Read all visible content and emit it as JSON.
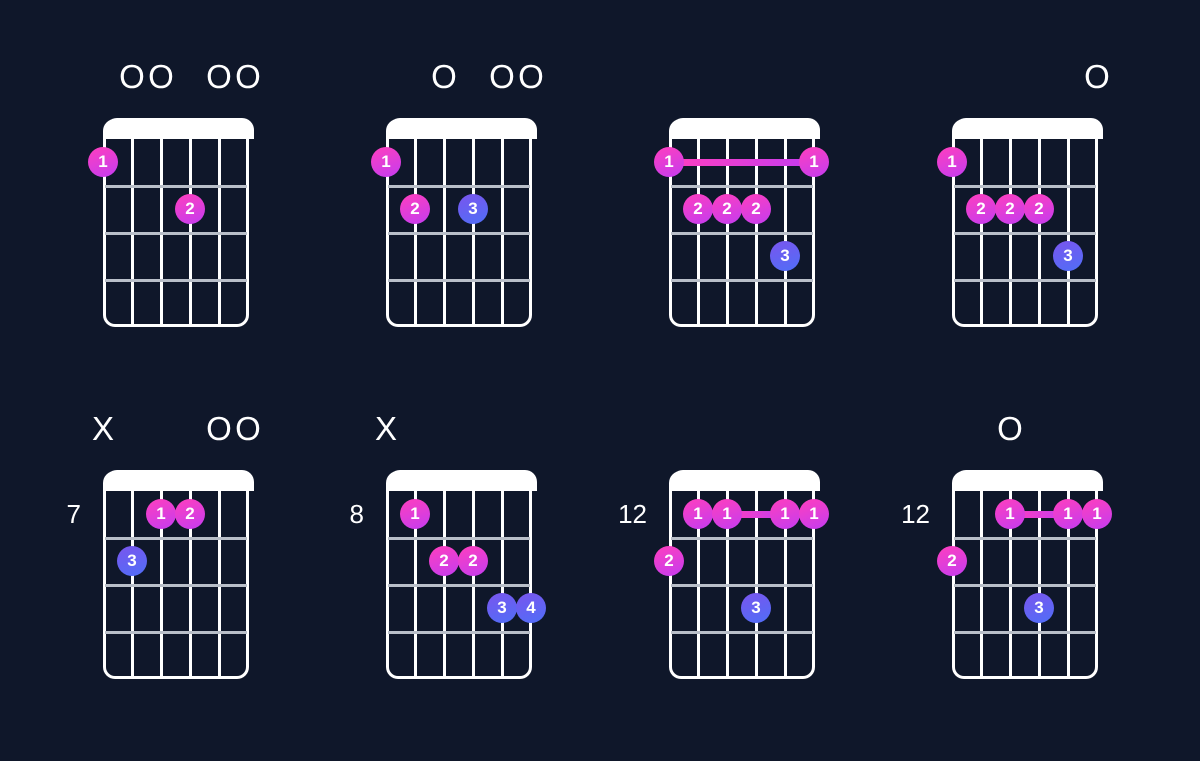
{
  "colors": {
    "background": "#0f172a",
    "board": "#ffffff",
    "fret_line": "#b9bfc9",
    "finger_1_2_gradient": [
      "#ff3fbe",
      "#c43cf0"
    ],
    "finger_3_4_gradient": [
      "#7a55ee",
      "#4f6ef7"
    ],
    "barre": "#ee3fd2"
  },
  "chords": [
    {
      "id": "chord-1",
      "row": 0,
      "col": 0,
      "fret_position": "",
      "markers": [
        {
          "string": 2,
          "symbol": "O"
        },
        {
          "string": 3,
          "symbol": "O"
        },
        {
          "string": 5,
          "symbol": "O"
        },
        {
          "string": 6,
          "symbol": "O"
        }
      ],
      "fingers": [
        {
          "string": 1,
          "fret": 1,
          "label": "1"
        },
        {
          "string": 4,
          "fret": 2,
          "label": "2"
        }
      ],
      "barres": []
    },
    {
      "id": "chord-2",
      "row": 0,
      "col": 1,
      "fret_position": "",
      "markers": [
        {
          "string": 3,
          "symbol": "O"
        },
        {
          "string": 5,
          "symbol": "O"
        },
        {
          "string": 6,
          "symbol": "O"
        }
      ],
      "fingers": [
        {
          "string": 1,
          "fret": 1,
          "label": "1"
        },
        {
          "string": 2,
          "fret": 2,
          "label": "2"
        },
        {
          "string": 4,
          "fret": 2,
          "label": "3"
        }
      ],
      "barres": []
    },
    {
      "id": "chord-3",
      "row": 0,
      "col": 2,
      "fret_position": "",
      "markers": [],
      "fingers": [
        {
          "string": 1,
          "fret": 1,
          "label": "1"
        },
        {
          "string": 6,
          "fret": 1,
          "label": "1"
        },
        {
          "string": 2,
          "fret": 2,
          "label": "2"
        },
        {
          "string": 3,
          "fret": 2,
          "label": "2"
        },
        {
          "string": 4,
          "fret": 2,
          "label": "2"
        },
        {
          "string": 5,
          "fret": 3,
          "label": "3"
        }
      ],
      "barres": [
        {
          "fret": 1,
          "from": 1,
          "to": 6
        }
      ]
    },
    {
      "id": "chord-4",
      "row": 0,
      "col": 3,
      "fret_position": "",
      "markers": [
        {
          "string": 6,
          "symbol": "O"
        }
      ],
      "fingers": [
        {
          "string": 1,
          "fret": 1,
          "label": "1"
        },
        {
          "string": 2,
          "fret": 2,
          "label": "2"
        },
        {
          "string": 3,
          "fret": 2,
          "label": "2"
        },
        {
          "string": 4,
          "fret": 2,
          "label": "2"
        },
        {
          "string": 5,
          "fret": 3,
          "label": "3"
        }
      ],
      "barres": []
    },
    {
      "id": "chord-5",
      "row": 1,
      "col": 0,
      "fret_position": "7",
      "markers": [
        {
          "string": 1,
          "symbol": "X"
        },
        {
          "string": 5,
          "symbol": "O"
        },
        {
          "string": 6,
          "symbol": "O"
        }
      ],
      "fingers": [
        {
          "string": 3,
          "fret": 1,
          "label": "1"
        },
        {
          "string": 4,
          "fret": 1,
          "label": "2"
        },
        {
          "string": 2,
          "fret": 2,
          "label": "3"
        }
      ],
      "barres": []
    },
    {
      "id": "chord-6",
      "row": 1,
      "col": 1,
      "fret_position": "8",
      "markers": [
        {
          "string": 1,
          "symbol": "X"
        }
      ],
      "fingers": [
        {
          "string": 2,
          "fret": 1,
          "label": "1"
        },
        {
          "string": 3,
          "fret": 2,
          "label": "2"
        },
        {
          "string": 4,
          "fret": 2,
          "label": "2"
        },
        {
          "string": 5,
          "fret": 3,
          "label": "3"
        },
        {
          "string": 6,
          "fret": 3,
          "label": "4"
        }
      ],
      "barres": []
    },
    {
      "id": "chord-7",
      "row": 1,
      "col": 2,
      "fret_position": "12",
      "markers": [],
      "fingers": [
        {
          "string": 2,
          "fret": 1,
          "label": "1"
        },
        {
          "string": 3,
          "fret": 1,
          "label": "1"
        },
        {
          "string": 5,
          "fret": 1,
          "label": "1"
        },
        {
          "string": 6,
          "fret": 1,
          "label": "1"
        },
        {
          "string": 1,
          "fret": 2,
          "label": "2"
        },
        {
          "string": 4,
          "fret": 3,
          "label": "3"
        }
      ],
      "barres": [
        {
          "fret": 1,
          "from": 3,
          "to": 5
        }
      ]
    },
    {
      "id": "chord-8",
      "row": 1,
      "col": 3,
      "fret_position": "12",
      "markers": [
        {
          "string": 3,
          "symbol": "O"
        }
      ],
      "fingers": [
        {
          "string": 3,
          "fret": 1,
          "label": "1"
        },
        {
          "string": 5,
          "fret": 1,
          "label": "1"
        },
        {
          "string": 6,
          "fret": 1,
          "label": "1"
        },
        {
          "string": 1,
          "fret": 2,
          "label": "2"
        },
        {
          "string": 4,
          "fret": 3,
          "label": "3"
        }
      ],
      "barres": [
        {
          "fret": 1,
          "from": 3,
          "to": 5
        }
      ]
    }
  ]
}
